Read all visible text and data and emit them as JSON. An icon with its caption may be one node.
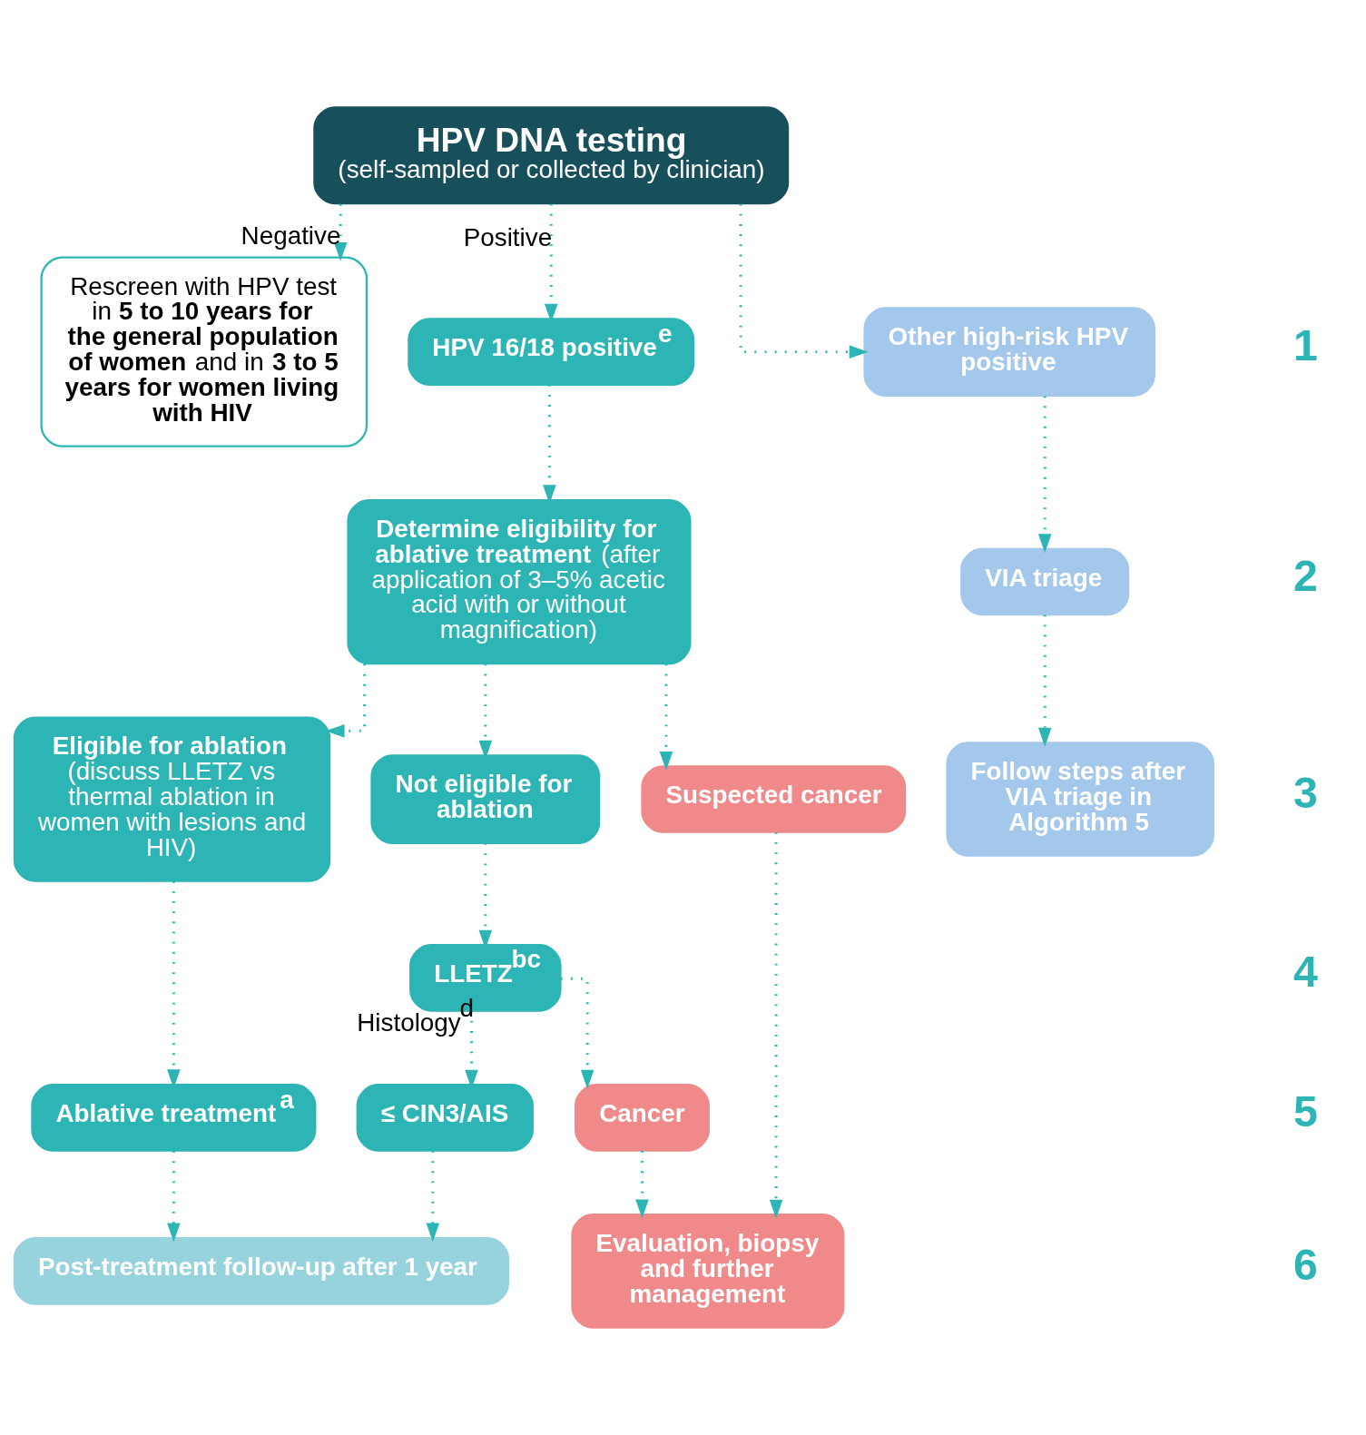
{
  "diagram": {
    "nodes": [
      {
        "text": [
          "HPV DNA testing",
          "(self-sampled or collected by clinician)"
        ]
      },
      {
        "text": [
          "Rescreen with HPV test in **5 to 10 years for the general population of women** and in **3 to 5 years for women living with HIV**"
        ]
      },
      {
        "text": [
          "HPV 16/18 positive$^{e}$"
        ]
      },
      {
        "text": [
          "Other high-risk HPV positive"
        ]
      },
      {
        "text": [
          "**Determine eligibility for ablative treatment** (after application of 3–5% acetic acid with or without magnification)"
        ]
      },
      {
        "text": [
          "VIA triage"
        ]
      },
      {
        "text": [
          "Follow steps after VIA triage in Algorithm 5"
        ]
      },
      {
        "text": [
          "**Eligible for ablation** (discuss LLETZ vs thermal ablation in women with lesions and HIV)"
        ]
      },
      {
        "text": [
          "Not eligible for ablation"
        ]
      },
      {
        "text": [
          "Suspected cancer"
        ]
      },
      {
        "text": [
          "Ablative treatment$^{a}$"
        ]
      },
      {
        "text": [
          "LLETZ$^{bc}$"
        ]
      },
      {
        "text": [
          "Evaluation, biopsy and further management"
        ]
      },
      {
        "text": [
          "≤ CIN3/AIS"
        ]
      },
      {
        "text": [
          "Cancer"
        ]
      },
      {
        "text": [
          "Post-treatment follow-up after 1 year"
        ]
      }
    ],
    "edges": [
      {
        "from": 0,
        "to": 1,
        "arrow": "to",
        "label": "Negative"
      },
      {
        "from": 0,
        "to": 2,
        "arrow": "to",
        "label": "Positive"
      },
      {
        "from": 0,
        "to": 3,
        "arrow": "to"
      },
      {
        "from": 2,
        "to": 4,
        "arrow": "to"
      },
      {
        "from": 3,
        "to": 5,
        "arrow": "to"
      },
      {
        "from": 5,
        "to": 6,
        "arrow": "to"
      },
      {
        "from": 4,
        "to": 7,
        "arrow": "to"
      },
      {
        "from": 4,
        "to": 8,
        "arrow": "to"
      },
      {
        "from": 4,
        "to": 9,
        "arrow": "to"
      },
      {
        "from": 7,
        "to": 10,
        "arrow": "to"
      },
      {
        "from": 8,
        "to": 11,
        "arrow": "to"
      },
      {
        "from": 9,
        "to": 12,
        "arrow": "to"
      },
      {
        "from": 11,
        "to": 13,
        "arrow": "to",
        "label": "Histology$^{d}$"
      },
      {
        "from": 11,
        "to": 14,
        "arrow": "to"
      },
      {
        "from": 14,
        "to": 12,
        "arrow": "to"
      },
      {
        "from": 10,
        "to": 15,
        "arrow": "to"
      },
      {
        "from": 13,
        "to": 15,
        "arrow": "to"
      }
    ],
    "labels": [
      "1",
      "2",
      "3",
      "4",
      "5",
      "6"
    ]
  }
}
